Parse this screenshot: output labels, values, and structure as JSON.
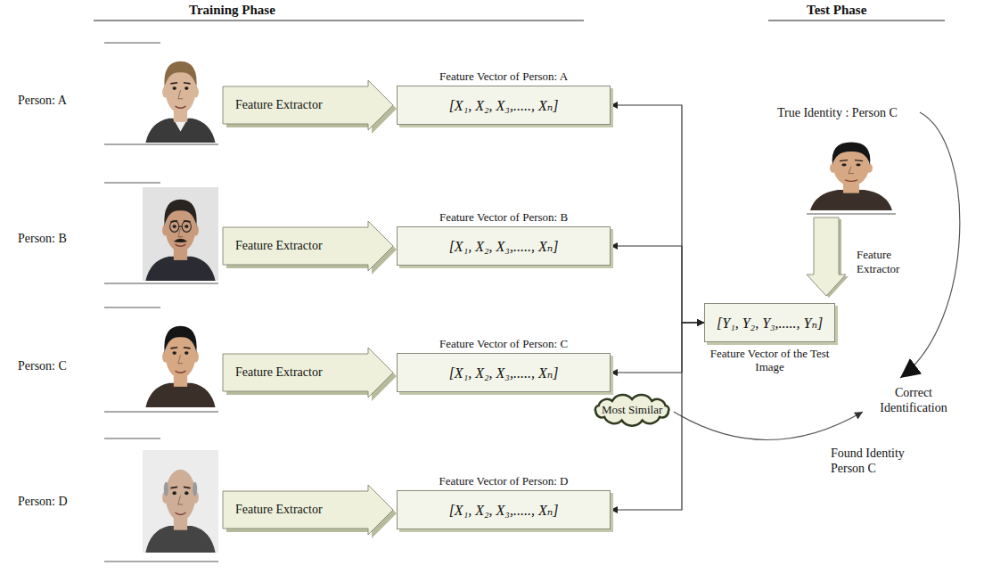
{
  "diagram": {
    "nodes": [
      {
        "text": [
          "Feature Extractor"
        ]
      },
      {
        "text": [
          "Feature Vector of Person: A",
          "[X₁, X₂, X₃,....., Xₙ]"
        ]
      },
      {
        "text": [
          "Feature Extractor"
        ]
      },
      {
        "text": [
          "Feature Vector of Person: B",
          "[X₁, X₂, X₃,....., Xₙ]"
        ]
      },
      {
        "text": [
          "Feature Extractor"
        ]
      },
      {
        "text": [
          "Feature Vector of Person: C",
          "[X₁, X₂, X₃,....., Xₙ]"
        ]
      },
      {
        "text": [
          "Feature Extractor"
        ]
      },
      {
        "text": [
          "Feature Vector of Person: D",
          "[X₁, X₂, X₃,....., Xₙ]"
        ]
      },
      {
        "text": [
          "Feature Extractor"
        ]
      },
      {
        "text": [
          "[Y₁, Y₂, Y₃,....., Yₙ]",
          "Feature Vector of the Test Image"
        ]
      },
      {
        "text": [
          "Most Similar"
        ]
      }
    ],
    "edges": [
      {
        "from": 9,
        "to": 1,
        "arrow": "both"
      },
      {
        "from": 9,
        "to": 3,
        "arrow": "both"
      },
      {
        "from": 9,
        "to": 5,
        "arrow": "both"
      },
      {
        "from": 9,
        "to": 7,
        "arrow": "both"
      }
    ],
    "labels": [
      "Training Phase",
      "Test Phase",
      "Person: A",
      "Person: B",
      "Person: C",
      "Person: D",
      "True Identity : Person C",
      "Correct Identification",
      "Found Identity Person C"
    ]
  }
}
